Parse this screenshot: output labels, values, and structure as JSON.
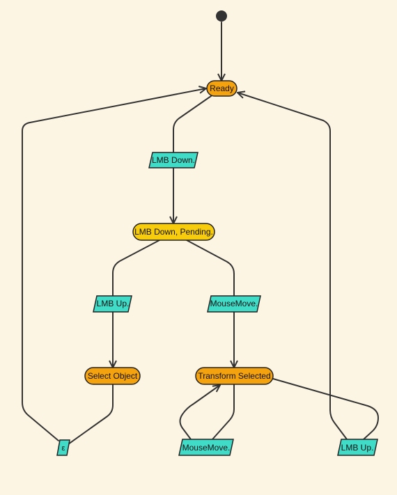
{
  "colors": {
    "background": "#fdf5e3",
    "state_orange": "#f4a20e",
    "state_yellow": "#f6cc0c",
    "event_cyan": "#40dcc8",
    "edge": "#333333"
  },
  "nodes": {
    "ready": "Ready",
    "lmb_down": "LMB Down.",
    "lmb_down_pending": "LMB Down, Pending.",
    "lmb_up_left": "LMB Up.",
    "mousemove_mid": "MouseMove.",
    "select_object": "Select Object",
    "transform_selected": "Transform Selected",
    "epsilon": "ε",
    "mousemove_bottom": "MouseMove.",
    "lmb_up_right": "LMB Up."
  }
}
